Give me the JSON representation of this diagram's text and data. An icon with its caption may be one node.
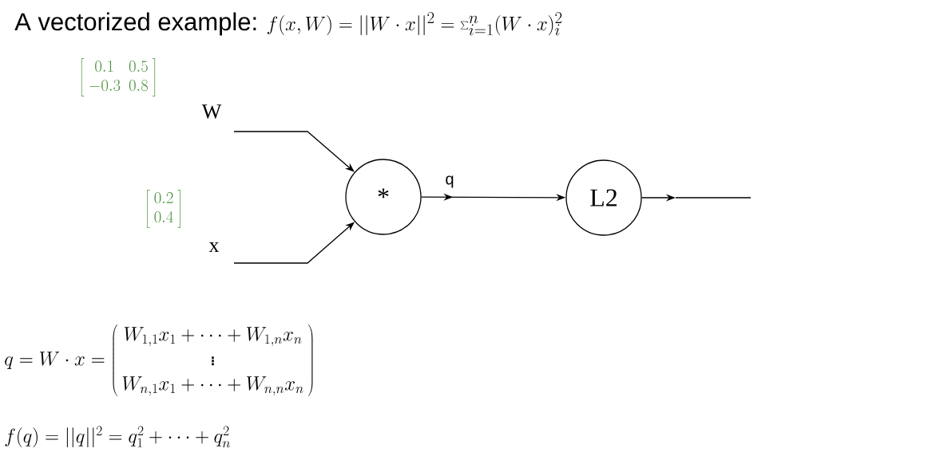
{
  "diagram": {
    "title": "A vectorized example:",
    "nodes": [
      {
        "text": [
          "*"
        ]
      },
      {
        "text": [
          "L2"
        ]
      }
    ],
    "edges": [
      {
        "from": null,
        "to": 0,
        "arrow": "to",
        "label": "W"
      },
      {
        "from": null,
        "to": 0,
        "arrow": "to",
        "label": "x"
      },
      {
        "from": 0,
        "to": 1,
        "arrow": "to",
        "label": "q"
      },
      {
        "from": 1,
        "to": null,
        "arrow": "to"
      }
    ],
    "labels": [
      "f(x, W) = ||W \\cdot x||^2 = \\sum_{i=1}^{n} (W \\cdot x)_i^2",
      "\\left[\\begin{array}{cc} 0.1 & 0.5 \\\\ -0.3 & 0.8 \\end{array}\\right]",
      "\\left[\\begin{array}{c} 0.2 \\\\ 0.4 \\end{array}\\right]",
      "q = W \\cdot x = \\left(\\begin{array}{c} W_{1,1}x_1 + \\cdots + W_{1,n}x_n \\\\ \\vdots \\\\ W_{n,1}x_1 + \\cdots + W_{n,n}x_n \\end{array}\\right)",
      "f(q) = ||q||^2 = q_1^2 + \\cdots + q_n^2"
    ]
  }
}
